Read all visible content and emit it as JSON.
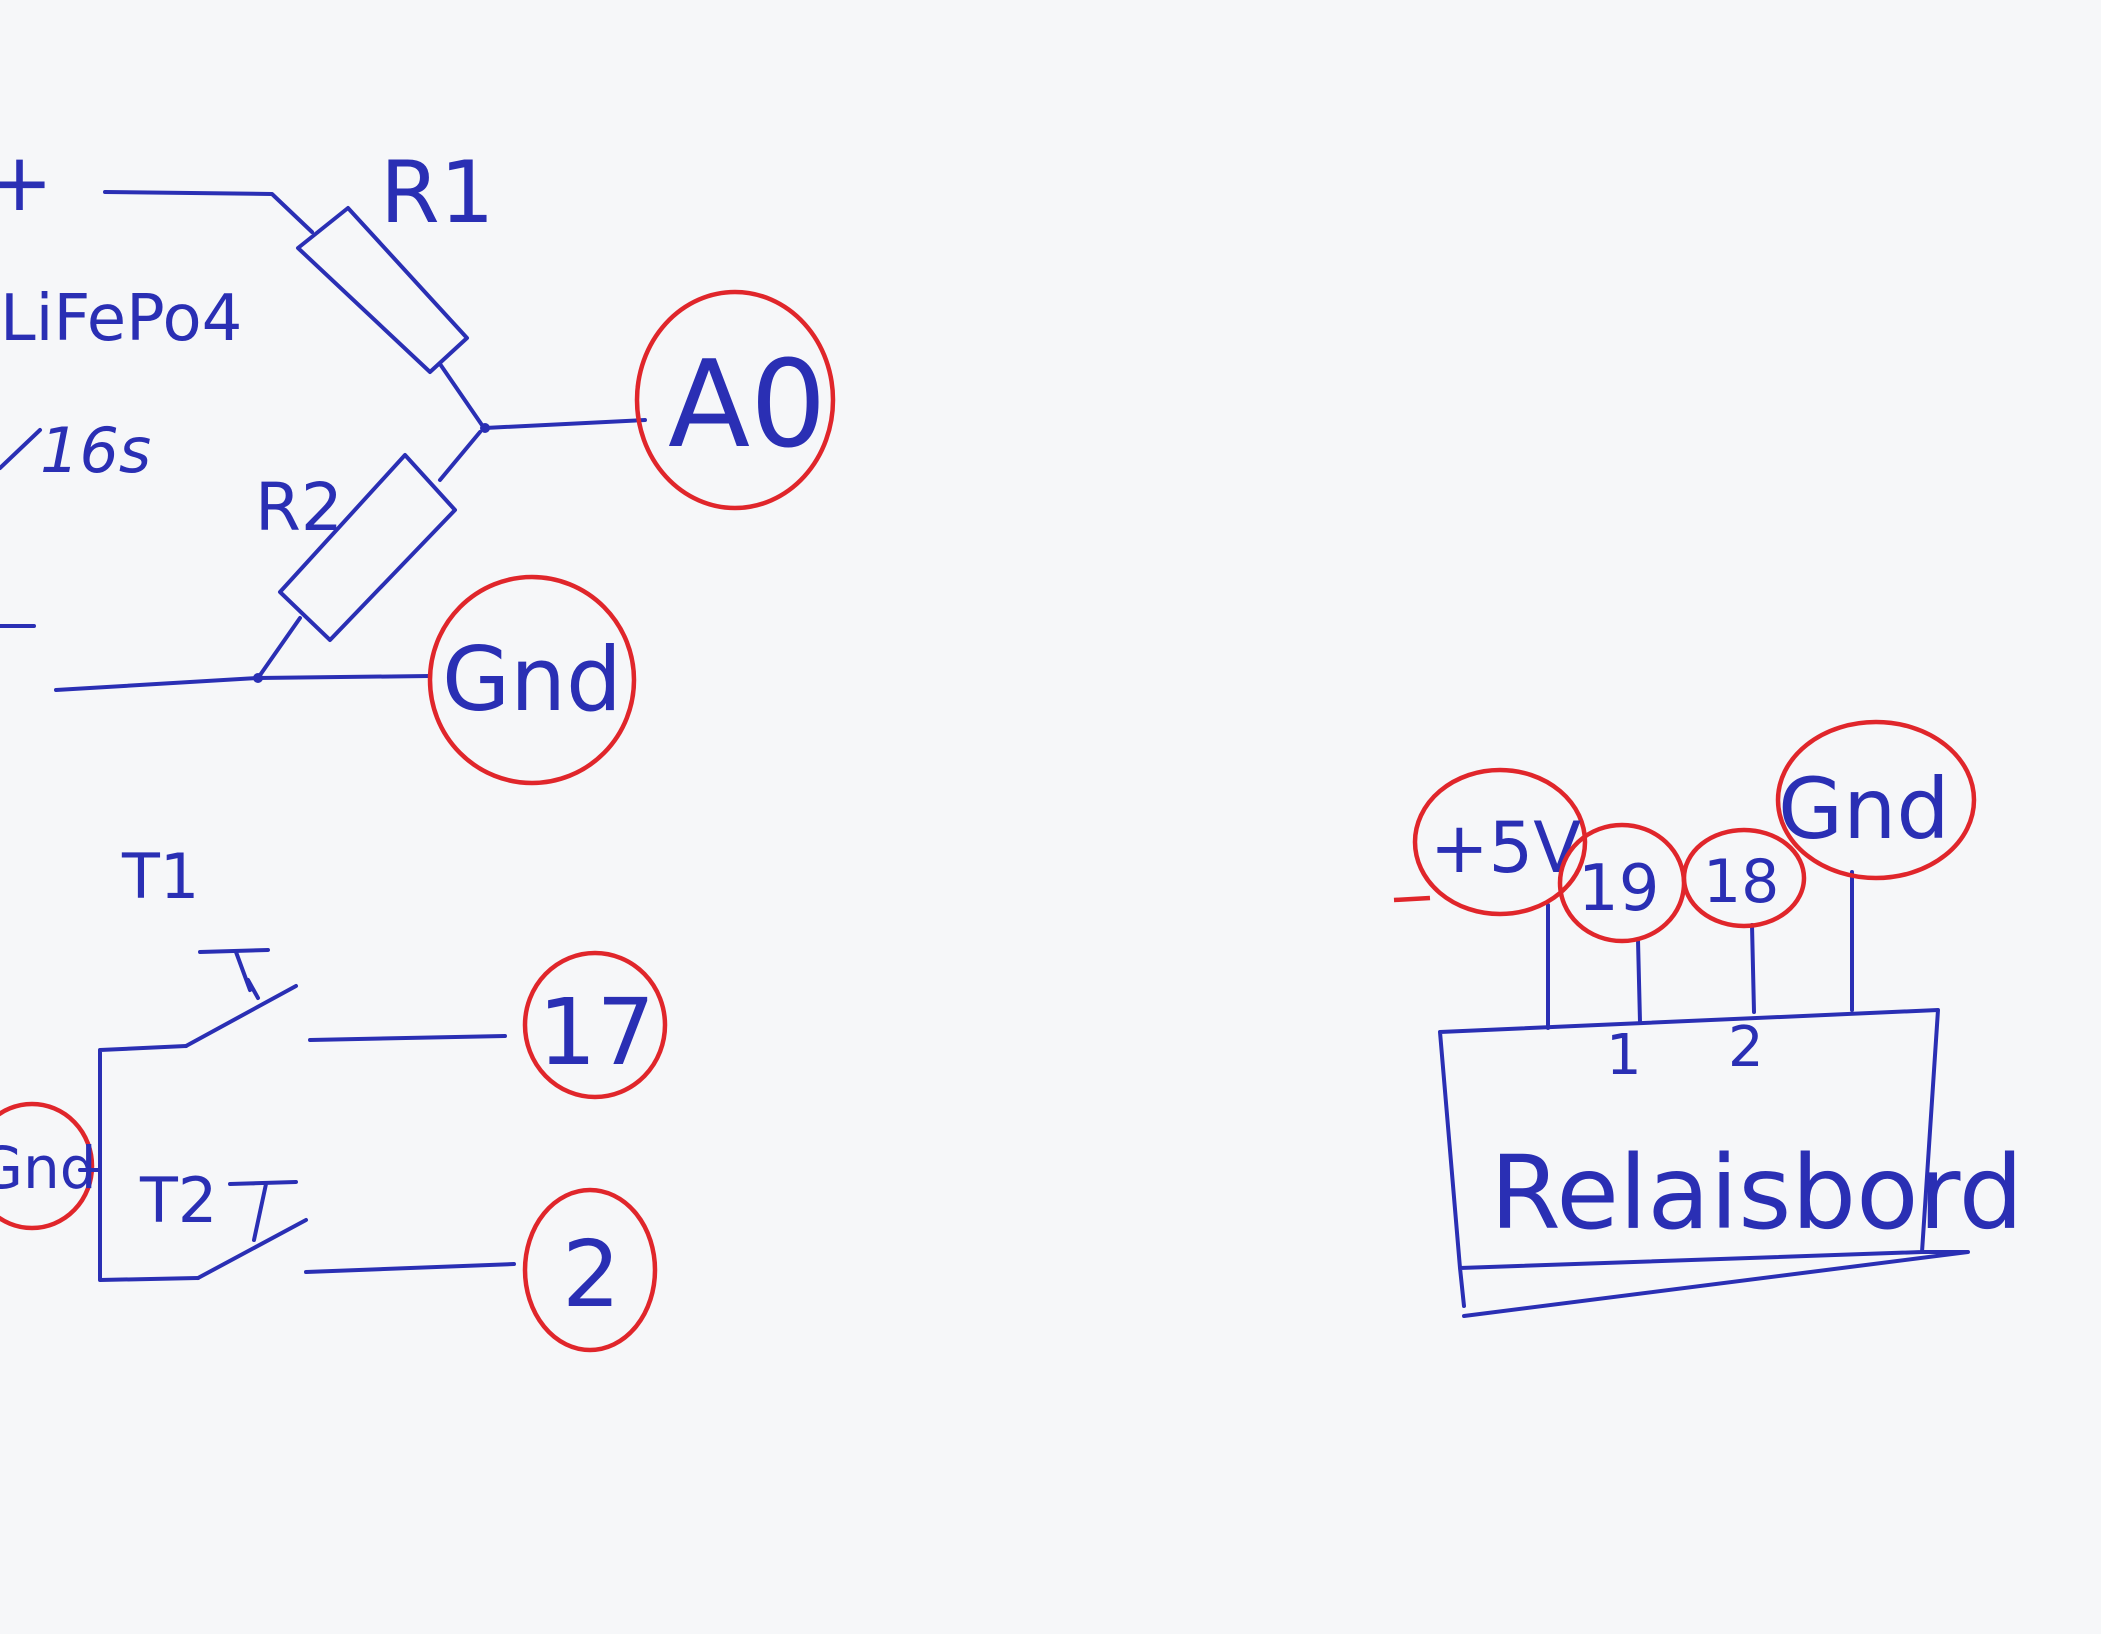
{
  "battery": {
    "plus": "+",
    "chem": "LiFePo4",
    "cells": "16s",
    "minus": "-"
  },
  "resistors": {
    "r1": "R1",
    "r2": "R2"
  },
  "pins": {
    "a0": "A0",
    "gnd_top": "Gnd",
    "p17": "17",
    "p2": "2",
    "gnd_left": "Gnd"
  },
  "switches": {
    "t1": "T1",
    "t2": "T2"
  },
  "relay": {
    "title": "Relaisbord",
    "pins": {
      "v5": "+5V",
      "p19": "19",
      "p18": "18",
      "gnd": "Gnd"
    },
    "ch1": "1",
    "ch2": "2"
  },
  "colors": {
    "ink": "#2a2fb4",
    "circle": "#e0262b",
    "paper": "#f6f7f9"
  }
}
